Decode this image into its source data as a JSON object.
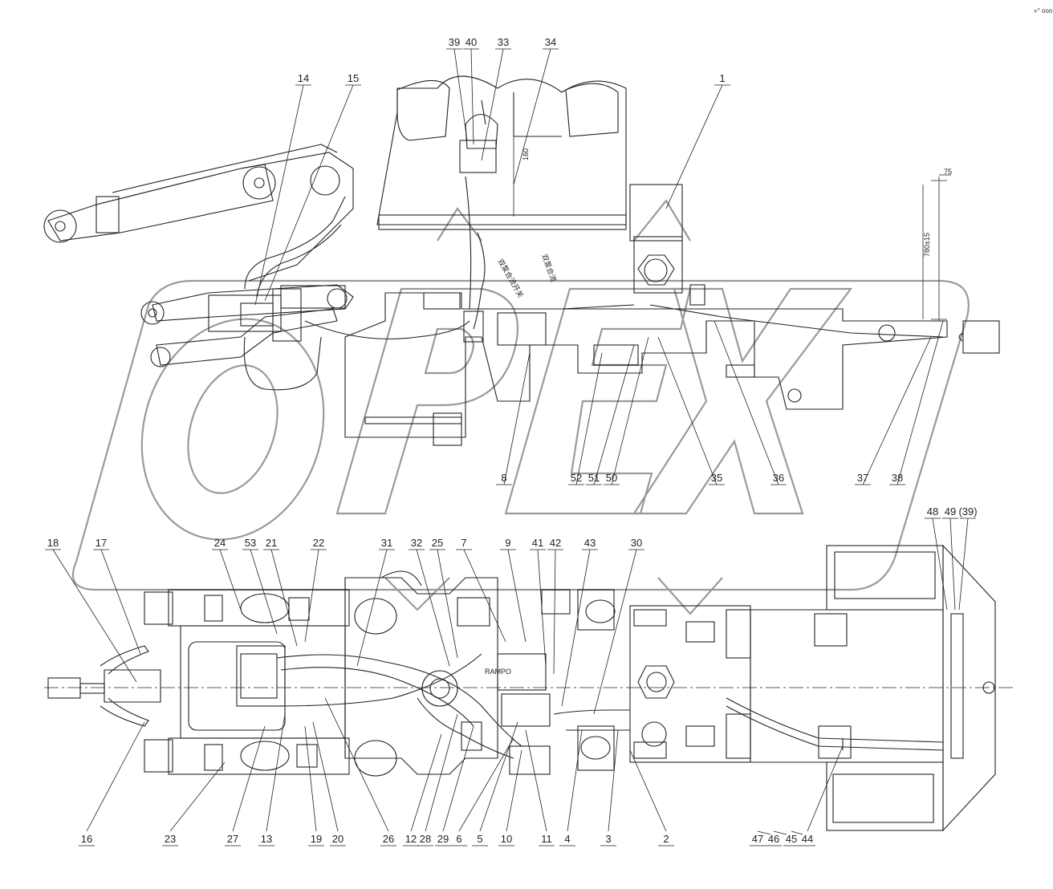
{
  "corner_text": "»° ooo",
  "watermark_text": "OPEX",
  "dimensions": {
    "width_label": "75",
    "height_label": "780±15",
    "vertical_label": "160"
  },
  "hose_text": [
    "双泵合流开关",
    "双泵合流"
  ],
  "stamp_text": "RAMPO",
  "callouts_top": [
    "39",
    "40",
    "33",
    "34",
    "14",
    "15",
    "1",
    "8",
    "52",
    "51",
    "50",
    "35",
    "36",
    "37",
    "38"
  ],
  "callouts_bottom_top": [
    "18",
    "17",
    "24",
    "53",
    "21",
    "22",
    "31",
    "32",
    "25",
    "7",
    "9",
    "41",
    "42",
    "43",
    "30",
    "48",
    "49",
    "(39)"
  ],
  "callouts_bottom_bottom": [
    "16",
    "23",
    "27",
    "13",
    "19",
    "20",
    "26",
    "12",
    "28",
    "29",
    "6",
    "5",
    "10",
    "11",
    "4",
    "3",
    "2",
    "47",
    "46",
    "45",
    "44"
  ]
}
